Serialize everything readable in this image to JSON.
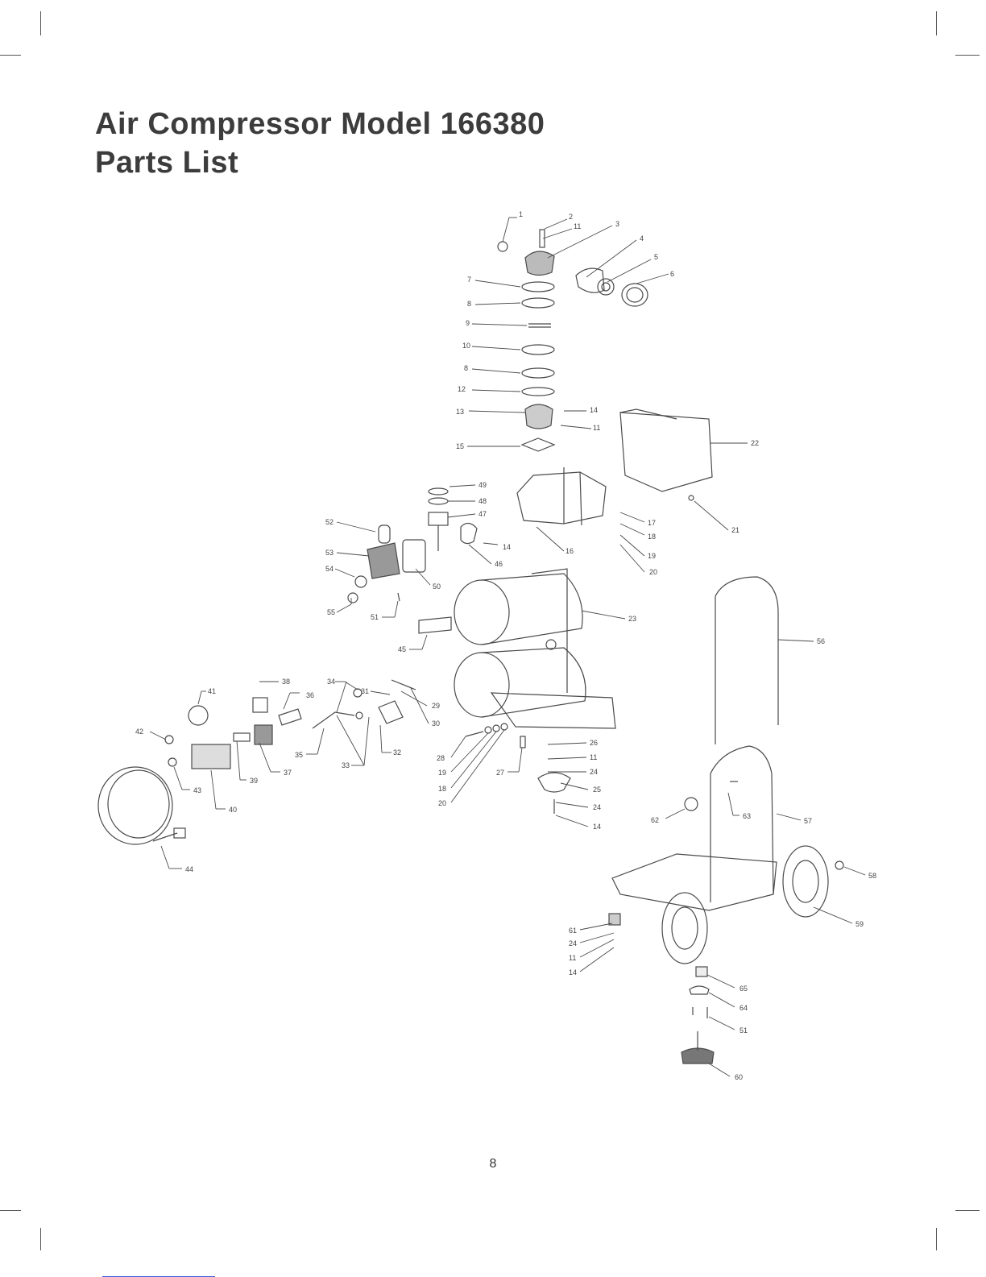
{
  "title": {
    "line1": "Air Compressor Model 166380",
    "line2": "Parts List"
  },
  "page_number": "8",
  "callouts": [
    "1",
    "2",
    "11",
    "3",
    "4",
    "5",
    "6",
    "7",
    "8",
    "9",
    "10",
    "8",
    "12",
    "13",
    "14",
    "11",
    "15",
    "22",
    "49",
    "48",
    "47",
    "52",
    "14",
    "53",
    "46",
    "54",
    "50",
    "55",
    "51",
    "16",
    "17",
    "18",
    "19",
    "20",
    "21",
    "23",
    "45",
    "56",
    "41",
    "38",
    "34",
    "36",
    "31",
    "29",
    "30",
    "42",
    "35",
    "32",
    "33",
    "37",
    "39",
    "43",
    "40",
    "28",
    "19",
    "18",
    "20",
    "26",
    "11",
    "27",
    "24",
    "25",
    "24",
    "14",
    "44",
    "62",
    "63",
    "57",
    "58",
    "59",
    "61",
    "24",
    "11",
    "14",
    "65",
    "64",
    "51",
    "60"
  ]
}
